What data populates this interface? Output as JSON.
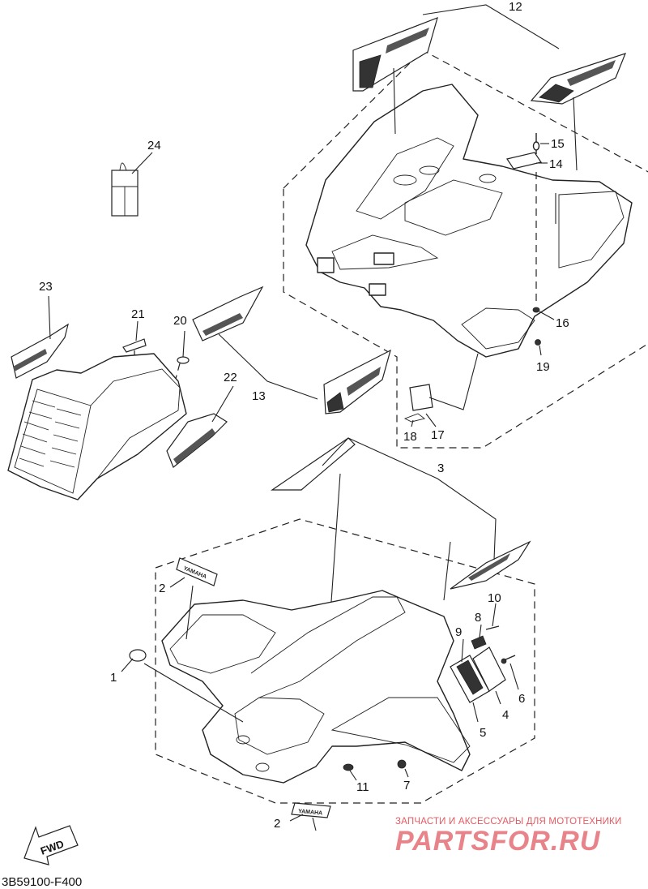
{
  "callouts": {
    "c1": "1",
    "c2a": "2",
    "c2b": "2",
    "c3": "3",
    "c4": "4",
    "c5": "5",
    "c6": "6",
    "c7": "7",
    "c8": "8",
    "c9": "9",
    "c10": "10",
    "c11": "11",
    "c12": "12",
    "c13": "13",
    "c14": "14",
    "c15": "15",
    "c16": "16",
    "c17": "17",
    "c18": "18",
    "c19": "19",
    "c20": "20",
    "c21": "21",
    "c22": "22",
    "c23": "23",
    "c24": "24"
  },
  "direction": {
    "fwd": "FWD"
  },
  "drawing_code": "3B59100-F400",
  "watermark": {
    "tagline": "ЗАПЧАСТИ И АКСЕССУАРЫ ДЛЯ МОТОТЕХНИКИ",
    "brand": "PARTSFOR.RU"
  },
  "decal_text": {
    "yamaha": "YAMAHA"
  },
  "colors": {
    "line": "#222222",
    "watermark": "#e45a62",
    "background": "#ffffff"
  }
}
